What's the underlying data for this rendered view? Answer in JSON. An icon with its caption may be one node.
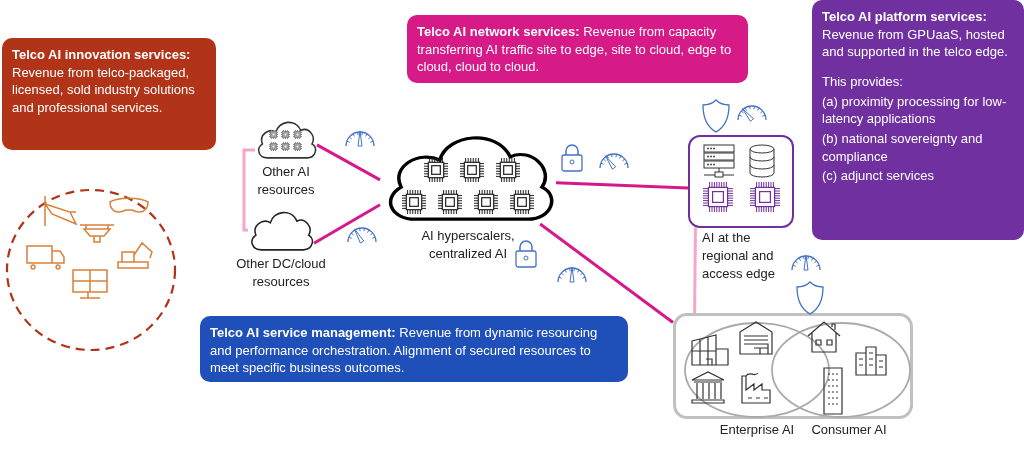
{
  "diagram": {
    "nodes": [
      {
        "text": [
          "**Telco AI innovation services:** Revenue from telco-packaged, licensed, sold industry solutions and professional services."
        ]
      },
      {
        "text": [
          "**Telco AI network services:** Revenue from capacity transferring AI traffic site to edge, site to cloud, edge to cloud, cloud to cloud."
        ]
      },
      {
        "text": [
          "**Telco AI platform services:** Revenue from GPUaaS, hosted and supported in the telco edge.",
          "This provides:",
          "(a) proximity processing for low-latency applications",
          "(b) national sovereignty and compliance",
          "(c) adjunct services"
        ]
      },
      {
        "text": [
          "**Telco AI service management:** Revenue from dynamic resourcing and performance orchestration. Alignment of secured resources to meet specific business outcomes."
        ]
      },
      {
        "text": [
          "Other AI resources"
        ]
      },
      {
        "text": [
          "Other DC/cloud resources"
        ]
      },
      {
        "text": [
          "AI hyperscalers, centralized AI"
        ]
      },
      {
        "text": [
          "AI at the regional and access edge"
        ]
      },
      {
        "text": [],
        "shape": "box"
      },
      {
        "text": [
          "Enterprise AI"
        ],
        "in": 8
      },
      {
        "text": [
          "Consumer AI"
        ],
        "in": 8
      }
    ],
    "edges": [
      {
        "from": 4,
        "to": 6,
        "arrow": "none"
      },
      {
        "from": 5,
        "to": 6,
        "arrow": "none"
      },
      {
        "from": 4,
        "to": 5,
        "arrow": "none",
        "color": "#f4a6cc"
      },
      {
        "from": 6,
        "to": 7,
        "arrow": "none"
      },
      {
        "from": 6,
        "to": 8,
        "arrow": "none"
      },
      {
        "from": 7,
        "to": 8,
        "arrow": "none",
        "color": "#f4a6cc"
      }
    ]
  }
}
